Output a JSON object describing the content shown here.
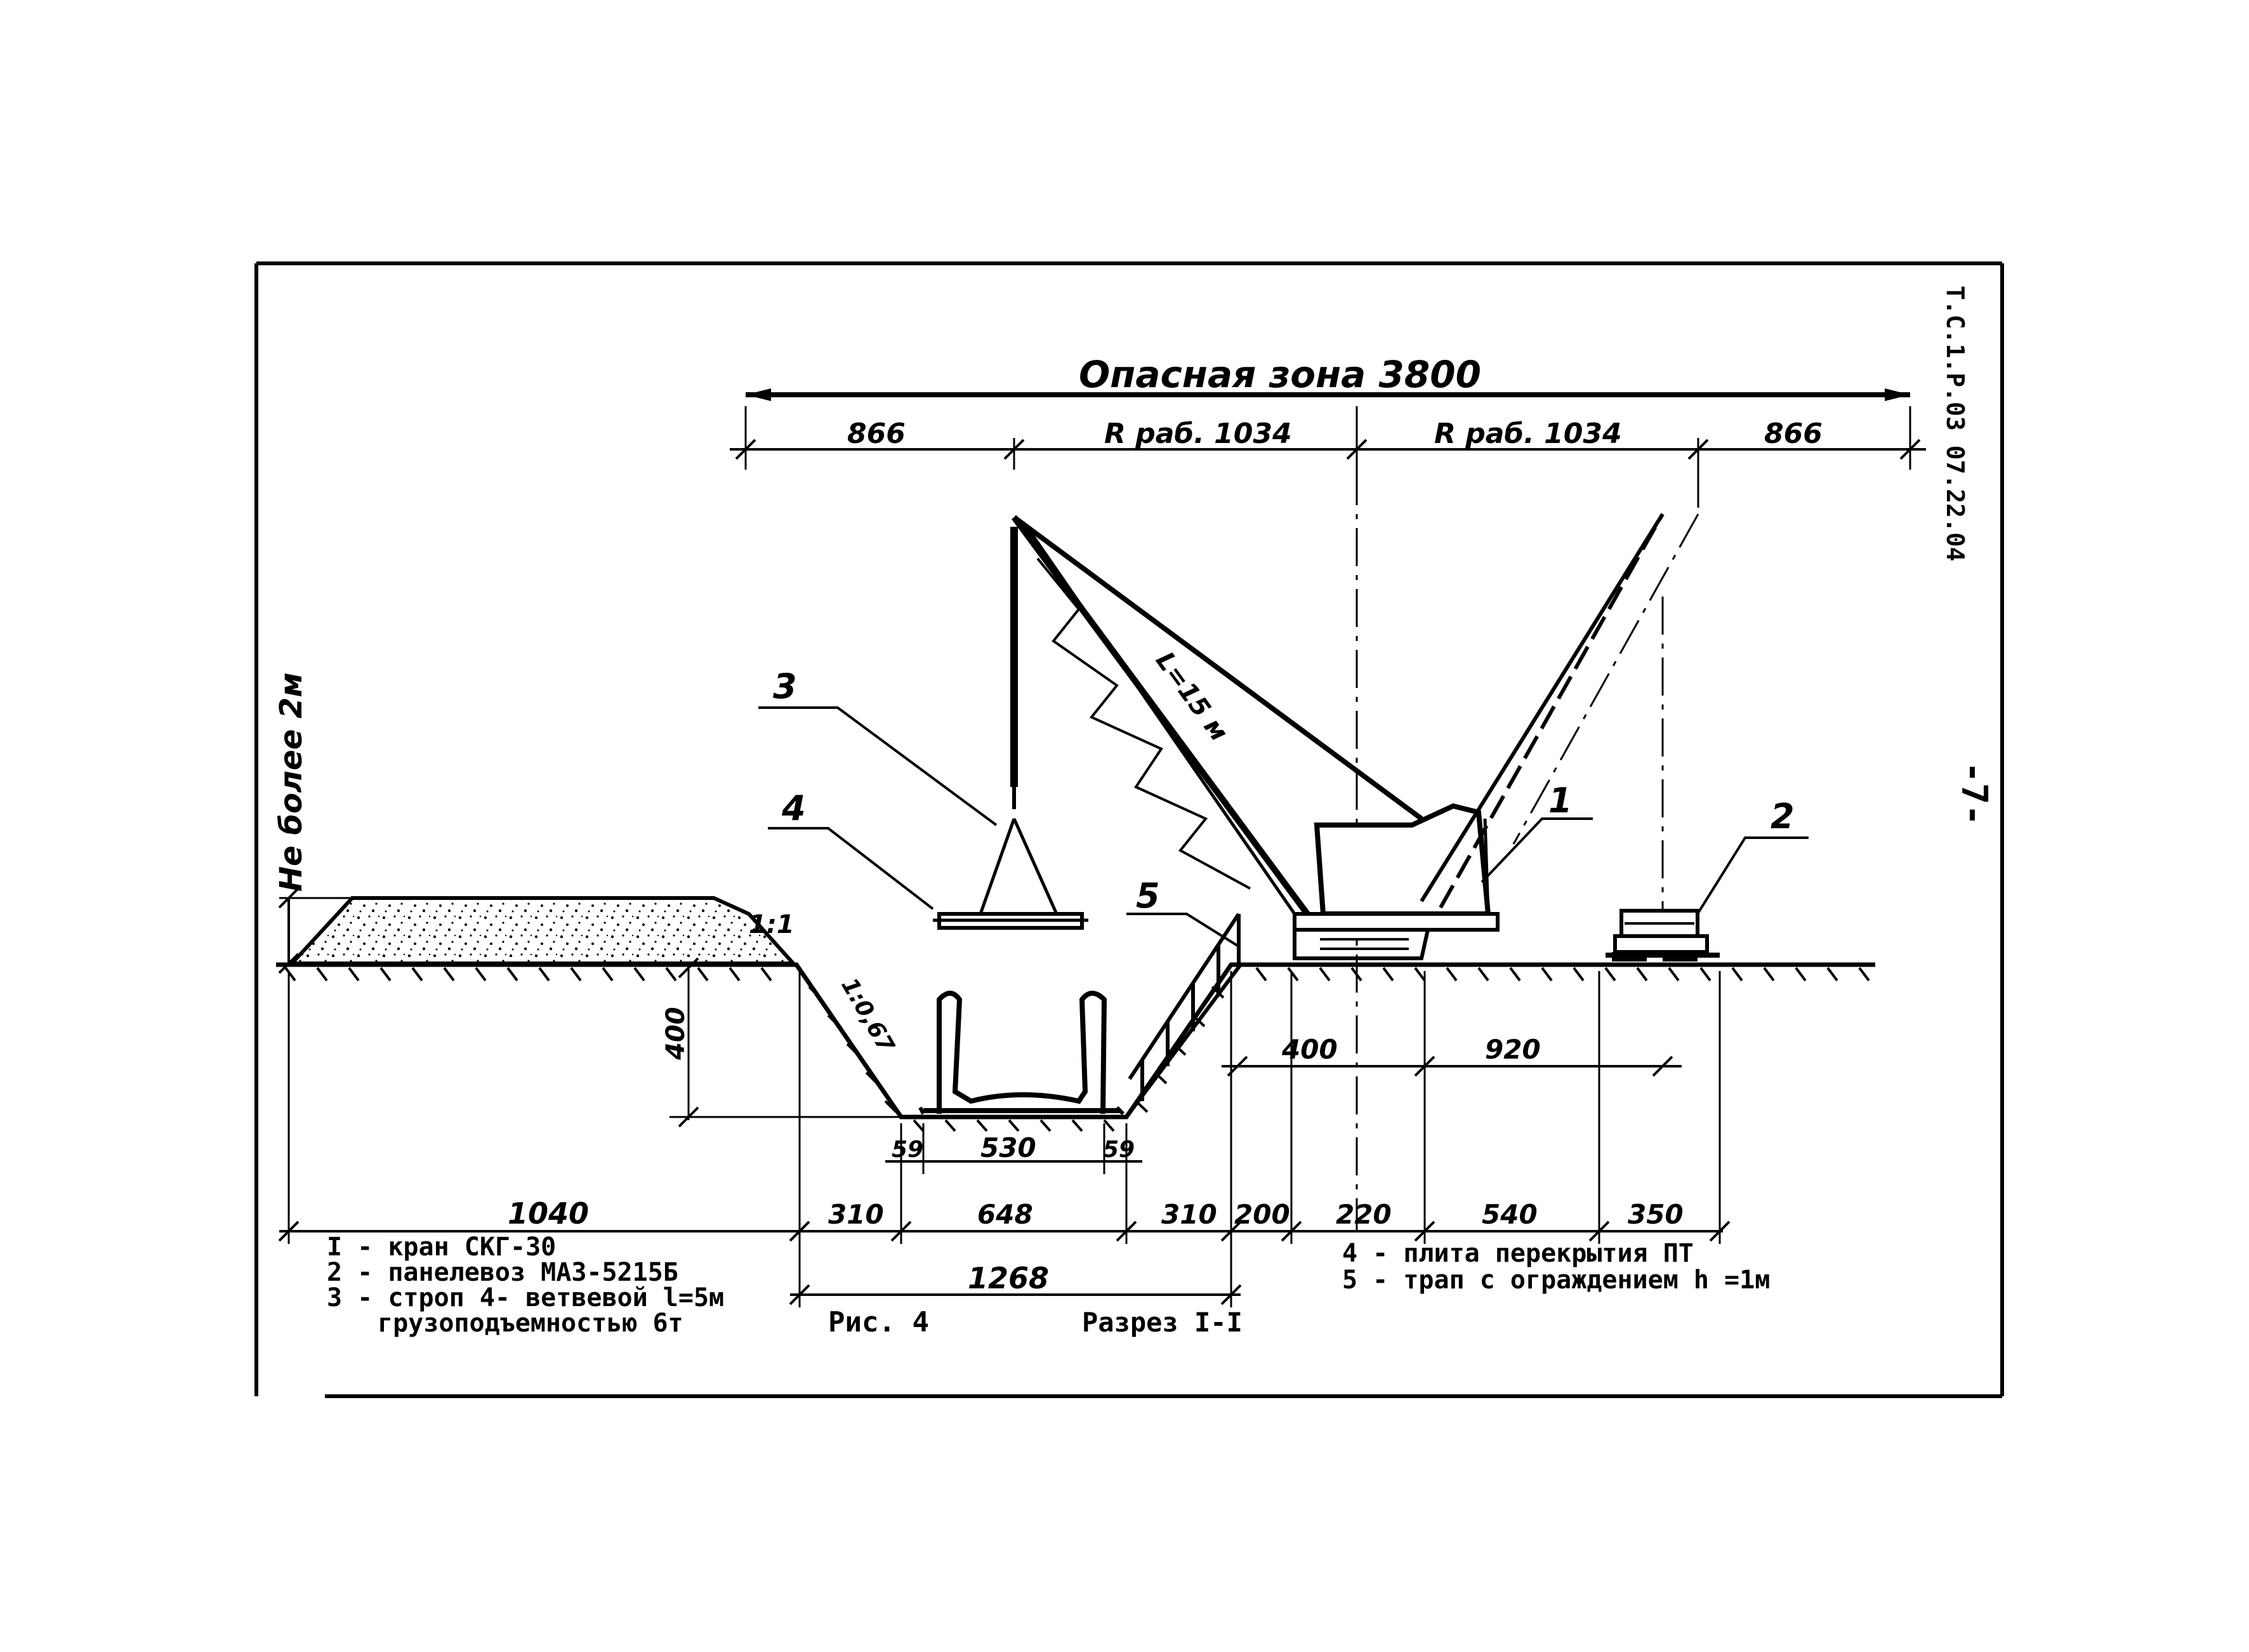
{
  "drawing": {
    "sheet_code": "Т.С.1.Р.03 07.22.04",
    "page_number": "-7-",
    "danger_zone": "Опасная зона 3800",
    "top_dims": [
      "866",
      "R раб. 1034",
      "R раб. 1034",
      "866"
    ],
    "height_note": "Не более 2м",
    "slope_spoil": "1:1",
    "slope_trench": "1:0,67",
    "boom_length": "L=15 м",
    "callouts": [
      "1",
      "2",
      "3",
      "4",
      "5"
    ],
    "dims_trench_depth": "400",
    "dims_right_upper": [
      "400",
      "920"
    ],
    "dims_trench_bottom": [
      "59",
      "530",
      "59"
    ],
    "dims_bottom_row": [
      "1040",
      "310",
      "648",
      "310",
      "200",
      "220",
      "540",
      "350"
    ],
    "dims_total": "1268",
    "legend_left": [
      "I - кран СКГ-30",
      "2 - панелевоз МАЗ-5215Б",
      "3 - строп 4- ветвевой l=5м",
      "грузоподъемностью 6т"
    ],
    "legend_right": [
      "4 - плита перекрытия ПТ",
      "5 - трап с ограждением h =1м"
    ],
    "figure_caption": "Рис. 4",
    "section_caption": "Разрез I-I"
  }
}
